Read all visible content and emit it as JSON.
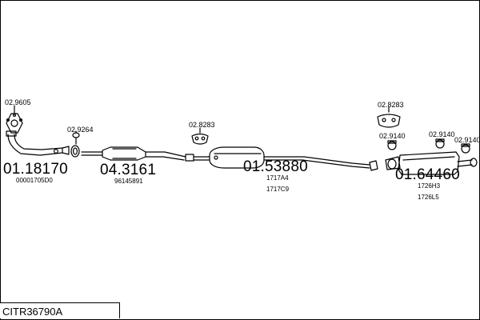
{
  "diagram": {
    "kit_code": "CITR36790A",
    "parts": [
      {
        "number": "01.18170",
        "oem": [
          "00001705D0"
        ]
      },
      {
        "number": "04.3161",
        "oem": [
          "96145891"
        ]
      },
      {
        "number": "01.53880",
        "oem": [
          "1717A4",
          "1717C9"
        ]
      },
      {
        "number": "01.64460",
        "oem": [
          "1726H3",
          "1726L5"
        ]
      }
    ],
    "fittings": [
      {
        "number": "02.9605"
      },
      {
        "number": "02.9264"
      },
      {
        "number": "02.8283",
        "position": "center"
      },
      {
        "number": "02.8283",
        "position": "right"
      },
      {
        "number": "02.9140",
        "position": "rear-left"
      },
      {
        "number": "02.9140",
        "position": "rear-middle"
      },
      {
        "number": "02.9140",
        "position": "rear-right"
      }
    ]
  }
}
